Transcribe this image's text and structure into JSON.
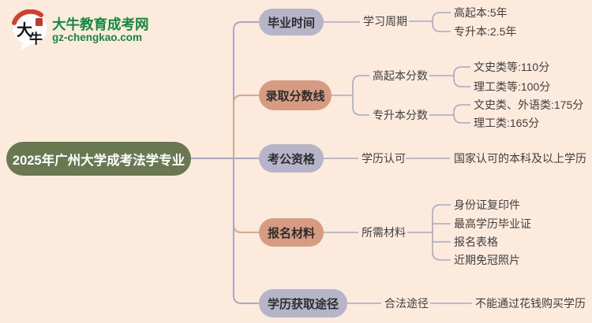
{
  "logo": {
    "mark_char_1": "大",
    "mark_char_2": "牛",
    "site_name": "大牛教育成考网",
    "site_url": "gz-chengkao.com"
  },
  "root": {
    "title": "2025年广州大学成考法学专业"
  },
  "branches": [
    {
      "label": "毕业时间",
      "color": "lavender",
      "children": [
        {
          "label": "学习周期",
          "children": [
            {
              "label": "高起本:5年"
            },
            {
              "label": "专升本:2.5年"
            }
          ]
        }
      ]
    },
    {
      "label": "录取分数线",
      "color": "salmon",
      "children": [
        {
          "label": "高起本分数",
          "children": [
            {
              "label": "文史类等:110分"
            },
            {
              "label": "理工类等:100分"
            }
          ]
        },
        {
          "label": "专升本分数",
          "children": [
            {
              "label": "文史类、外语类:175分"
            },
            {
              "label": "理工类:165分"
            }
          ]
        }
      ]
    },
    {
      "label": "考公资格",
      "color": "lavender",
      "children": [
        {
          "label": "学历认可",
          "children": [
            {
              "label": "国家认可的本科及以上学历"
            }
          ]
        }
      ]
    },
    {
      "label": "报名材料",
      "color": "salmon",
      "children": [
        {
          "label": "所需材料",
          "children": [
            {
              "label": "身份证复印件"
            },
            {
              "label": "最高学历毕业证"
            },
            {
              "label": "报名表格"
            },
            {
              "label": "近期免冠照片"
            }
          ]
        }
      ]
    },
    {
      "label": "学历获取途径",
      "color": "lavender",
      "children": [
        {
          "label": "合法途径",
          "children": [
            {
              "label": "不能通过花钱购买学历"
            }
          ]
        }
      ]
    }
  ],
  "colors": {
    "background": "#FCEADD",
    "root_pill": "#6A7852",
    "pill_lavender": "#B6B4C8",
    "pill_salmon": "#D69B80",
    "line_lavender": "#A8A8C4",
    "line_salmon": "#D9A98C",
    "brand_green": "#0F8A3F",
    "logo_red": "#D5402E",
    "text_dark": "#2D2D2D",
    "text_body": "#3F3F3F"
  }
}
